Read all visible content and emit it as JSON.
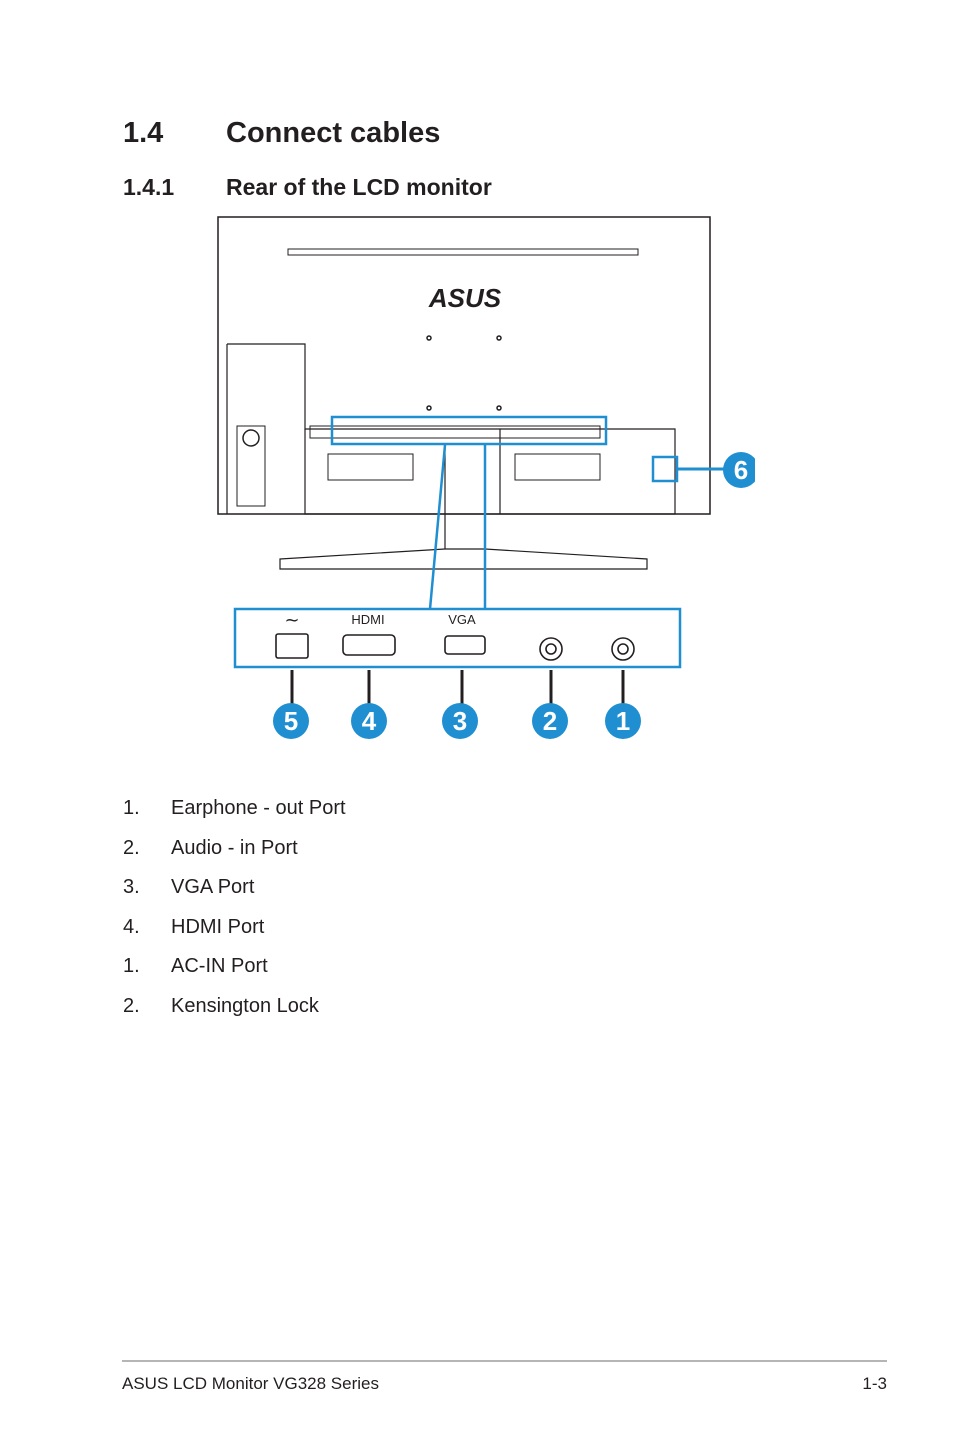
{
  "section": {
    "number": "1.4",
    "title": "Connect cables"
  },
  "subsection": {
    "number": "1.4.1",
    "title": "Rear of the LCD monitor"
  },
  "figure": {
    "brand_logo": "ASUS",
    "port_labels": {
      "ac": "~",
      "hdmi": "HDMI",
      "vga": "VGA"
    },
    "callouts": [
      "5",
      "4",
      "3",
      "2",
      "1",
      "6"
    ],
    "accent_color": "#1f8fd1"
  },
  "items": [
    {
      "n": "1.",
      "label": "Earphone - out Port"
    },
    {
      "n": "2.",
      "label": "Audio - in Port"
    },
    {
      "n": "3.",
      "label": "VGA Port"
    },
    {
      "n": "4.",
      "label": "HDMI Port"
    },
    {
      "n": "1.",
      "label": "AC-IN Port"
    },
    {
      "n": "2.",
      "label": "Kensington Lock"
    }
  ],
  "footer": {
    "left": "ASUS LCD Monitor VG328 Series",
    "right": "1-3"
  }
}
